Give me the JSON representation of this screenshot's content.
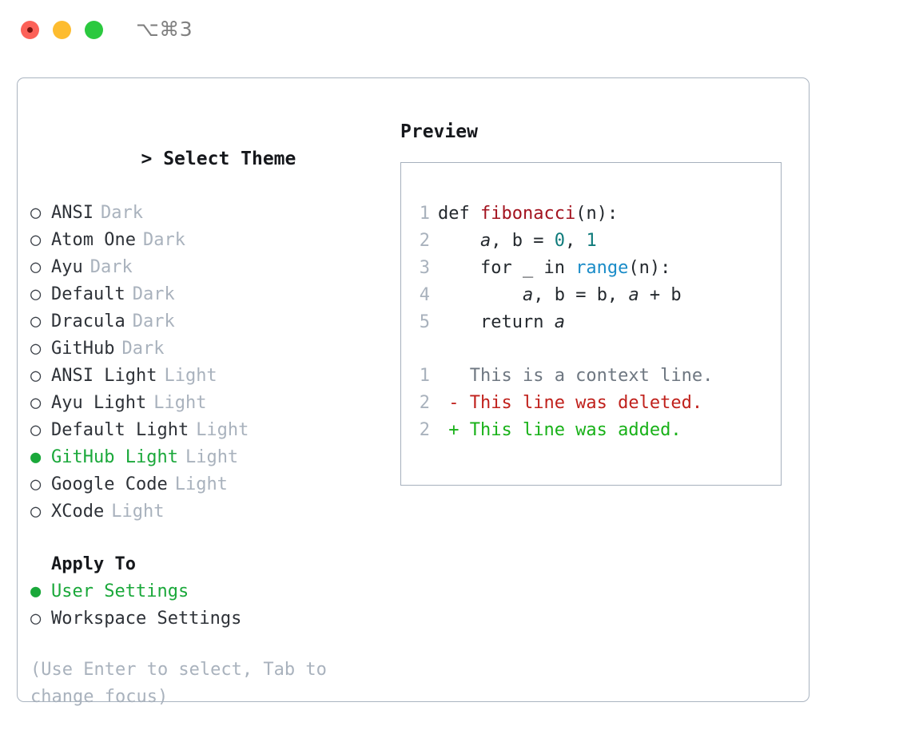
{
  "titlebar": {
    "shortcut": "⌥⌘3",
    "buttons": [
      {
        "name": "close",
        "color": "#fc6158"
      },
      {
        "name": "minimize",
        "color": "#fdbc2f"
      },
      {
        "name": "maximize",
        "color": "#2bc93f"
      }
    ]
  },
  "theme_picker": {
    "prompt_marker": ">",
    "title": "Select Theme",
    "marker_unselected": "○",
    "marker_selected": "●",
    "items": [
      {
        "label": "ANSI",
        "suffix": "Dark",
        "selected": false
      },
      {
        "label": "Atom One",
        "suffix": "Dark",
        "selected": false
      },
      {
        "label": "Ayu",
        "suffix": "Dark",
        "selected": false
      },
      {
        "label": "Default",
        "suffix": "Dark",
        "selected": false
      },
      {
        "label": "Dracula",
        "suffix": "Dark",
        "selected": false
      },
      {
        "label": "GitHub",
        "suffix": "Dark",
        "selected": false
      },
      {
        "label": "ANSI Light",
        "suffix": "Light",
        "selected": false
      },
      {
        "label": "Ayu Light",
        "suffix": "Light",
        "selected": false
      },
      {
        "label": "Default Light",
        "suffix": "Light",
        "selected": false
      },
      {
        "label": "GitHub Light",
        "suffix": "Light",
        "selected": true
      },
      {
        "label": "Google Code",
        "suffix": "Light",
        "selected": false
      },
      {
        "label": "XCode",
        "suffix": "Light",
        "selected": false
      }
    ]
  },
  "apply_to": {
    "title": "Apply To",
    "items": [
      {
        "label": "User Settings",
        "selected": true
      },
      {
        "label": "Workspace Settings",
        "selected": false
      }
    ]
  },
  "hint": "(Use Enter to select, Tab to change focus)",
  "preview": {
    "title": "Preview",
    "code_lines": [
      {
        "number": "1",
        "tokens": [
          {
            "text": "def ",
            "kind": "plain"
          },
          {
            "text": "fibonacci",
            "kind": "func"
          },
          {
            "text": "(n):",
            "kind": "plain"
          }
        ]
      },
      {
        "number": "2",
        "tokens": [
          {
            "text": "    ",
            "kind": "plain"
          },
          {
            "text": "a",
            "kind": "var"
          },
          {
            "text": ", b = ",
            "kind": "plain"
          },
          {
            "text": "0",
            "kind": "num"
          },
          {
            "text": ", ",
            "kind": "plain"
          },
          {
            "text": "1",
            "kind": "num"
          }
        ]
      },
      {
        "number": "3",
        "tokens": [
          {
            "text": "    for _ in ",
            "kind": "plain"
          },
          {
            "text": "range",
            "kind": "builtin"
          },
          {
            "text": "(n):",
            "kind": "plain"
          }
        ]
      },
      {
        "number": "4",
        "tokens": [
          {
            "text": "        ",
            "kind": "plain"
          },
          {
            "text": "a",
            "kind": "var"
          },
          {
            "text": ", b = b, ",
            "kind": "plain"
          },
          {
            "text": "a",
            "kind": "var"
          },
          {
            "text": " + b",
            "kind": "plain"
          }
        ]
      },
      {
        "number": "5",
        "tokens": [
          {
            "text": "    return ",
            "kind": "plain"
          },
          {
            "text": "a",
            "kind": "var"
          }
        ]
      }
    ],
    "diff_lines": [
      {
        "number": "1",
        "sign": " ",
        "text": " This is a context line.",
        "kind": "ctx"
      },
      {
        "number": "2",
        "sign": "-",
        "text": " This line was deleted.",
        "kind": "del"
      },
      {
        "number": "2",
        "sign": "+",
        "text": " This line was added.",
        "kind": "add"
      }
    ]
  },
  "colors": {
    "accent_green": "#1aa83a",
    "muted": "#a9b2bd",
    "border": "#aab4c0",
    "func_red": "#a3131f",
    "number_teal": "#0f7b7b",
    "builtin_blue": "#1a8cc8",
    "diff_delete": "#c0211c",
    "diff_add": "#18b118"
  }
}
